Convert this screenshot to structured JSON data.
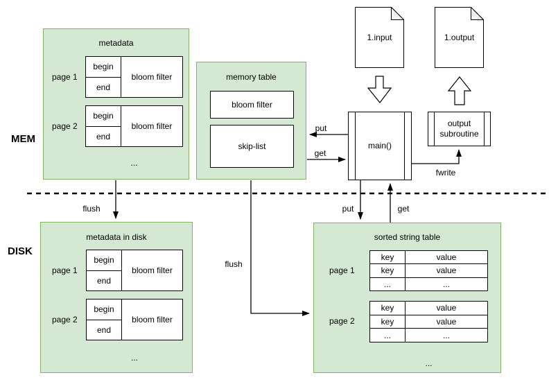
{
  "section_labels": {
    "mem": "MEM",
    "disk": "DISK"
  },
  "colors": {
    "node_fill": "#d5e8d4",
    "node_border": "#82b366",
    "shape_fill": "#ffffff",
    "stroke": "#000000",
    "doc_fold_fill": "#f2f2f2"
  },
  "mem_metadata": {
    "title": "metadata",
    "pages": [
      {
        "label": "page 1",
        "begin": "begin",
        "end": "end",
        "bloom": "bloom filter"
      },
      {
        "label": "page 2",
        "begin": "begin",
        "end": "end",
        "bloom": "bloom filter"
      }
    ],
    "ellipsis": "..."
  },
  "memory_table": {
    "title": "memory table",
    "bloom": "bloom filter",
    "skiplist": "skip-list"
  },
  "disk_metadata": {
    "title": "metadata in disk",
    "pages": [
      {
        "label": "page 1",
        "begin": "begin",
        "end": "end",
        "bloom": "bloom filter"
      },
      {
        "label": "page 2",
        "begin": "begin",
        "end": "end",
        "bloom": "bloom filter"
      }
    ],
    "ellipsis": "..."
  },
  "sst": {
    "title": "sorted string table",
    "pages": [
      {
        "label": "page 1",
        "rows": [
          {
            "key": "key",
            "value": "value"
          },
          {
            "key": "key",
            "value": "value"
          },
          {
            "key": "...",
            "value": "..."
          }
        ]
      },
      {
        "label": "page 2",
        "rows": [
          {
            "key": "key",
            "value": "value"
          },
          {
            "key": "key",
            "value": "value"
          },
          {
            "key": "...",
            "value": "..."
          }
        ]
      }
    ],
    "ellipsis": "..."
  },
  "docs": {
    "input": "1.input",
    "output": "1.output"
  },
  "main_box": {
    "label": "main()"
  },
  "output_subroutine": {
    "label": "output subroutine"
  },
  "edge_labels": {
    "flush_meta": "flush",
    "flush_mem": "flush",
    "put_mem": "put",
    "get_mem": "get",
    "put_sst": "put",
    "get_sst": "get",
    "fwrite": "fwrite"
  }
}
